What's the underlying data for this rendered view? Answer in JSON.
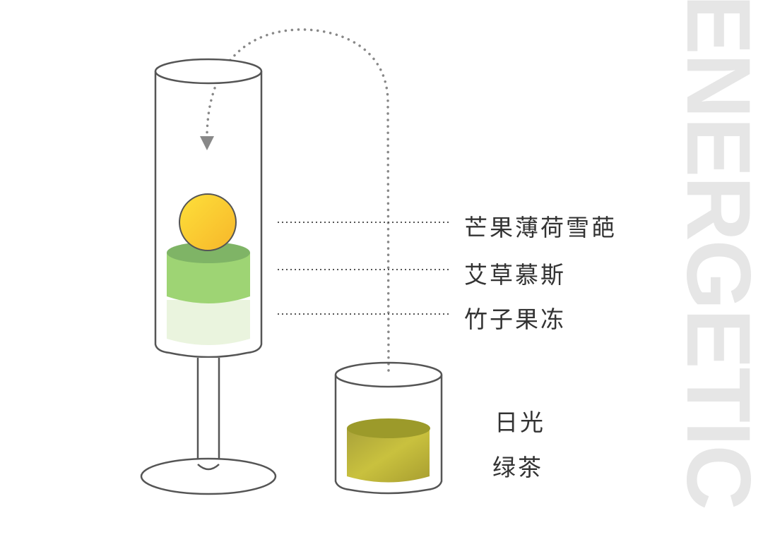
{
  "watermark": "ENERGETIC",
  "layers": [
    {
      "label": "芒果薄荷雪葩"
    },
    {
      "label": "艾草慕斯"
    },
    {
      "label": "竹子果冻"
    }
  ],
  "side_drink": {
    "line1": "日光",
    "line2": "绿茶"
  },
  "colors": {
    "mango": "#fbc52a",
    "mousse_top": "#7fb466",
    "mousse": "#9ed474",
    "jelly": "#eaf4de",
    "matcha": "#b7ad2e",
    "stroke": "#555555",
    "watermark": "#e6e6e6"
  }
}
